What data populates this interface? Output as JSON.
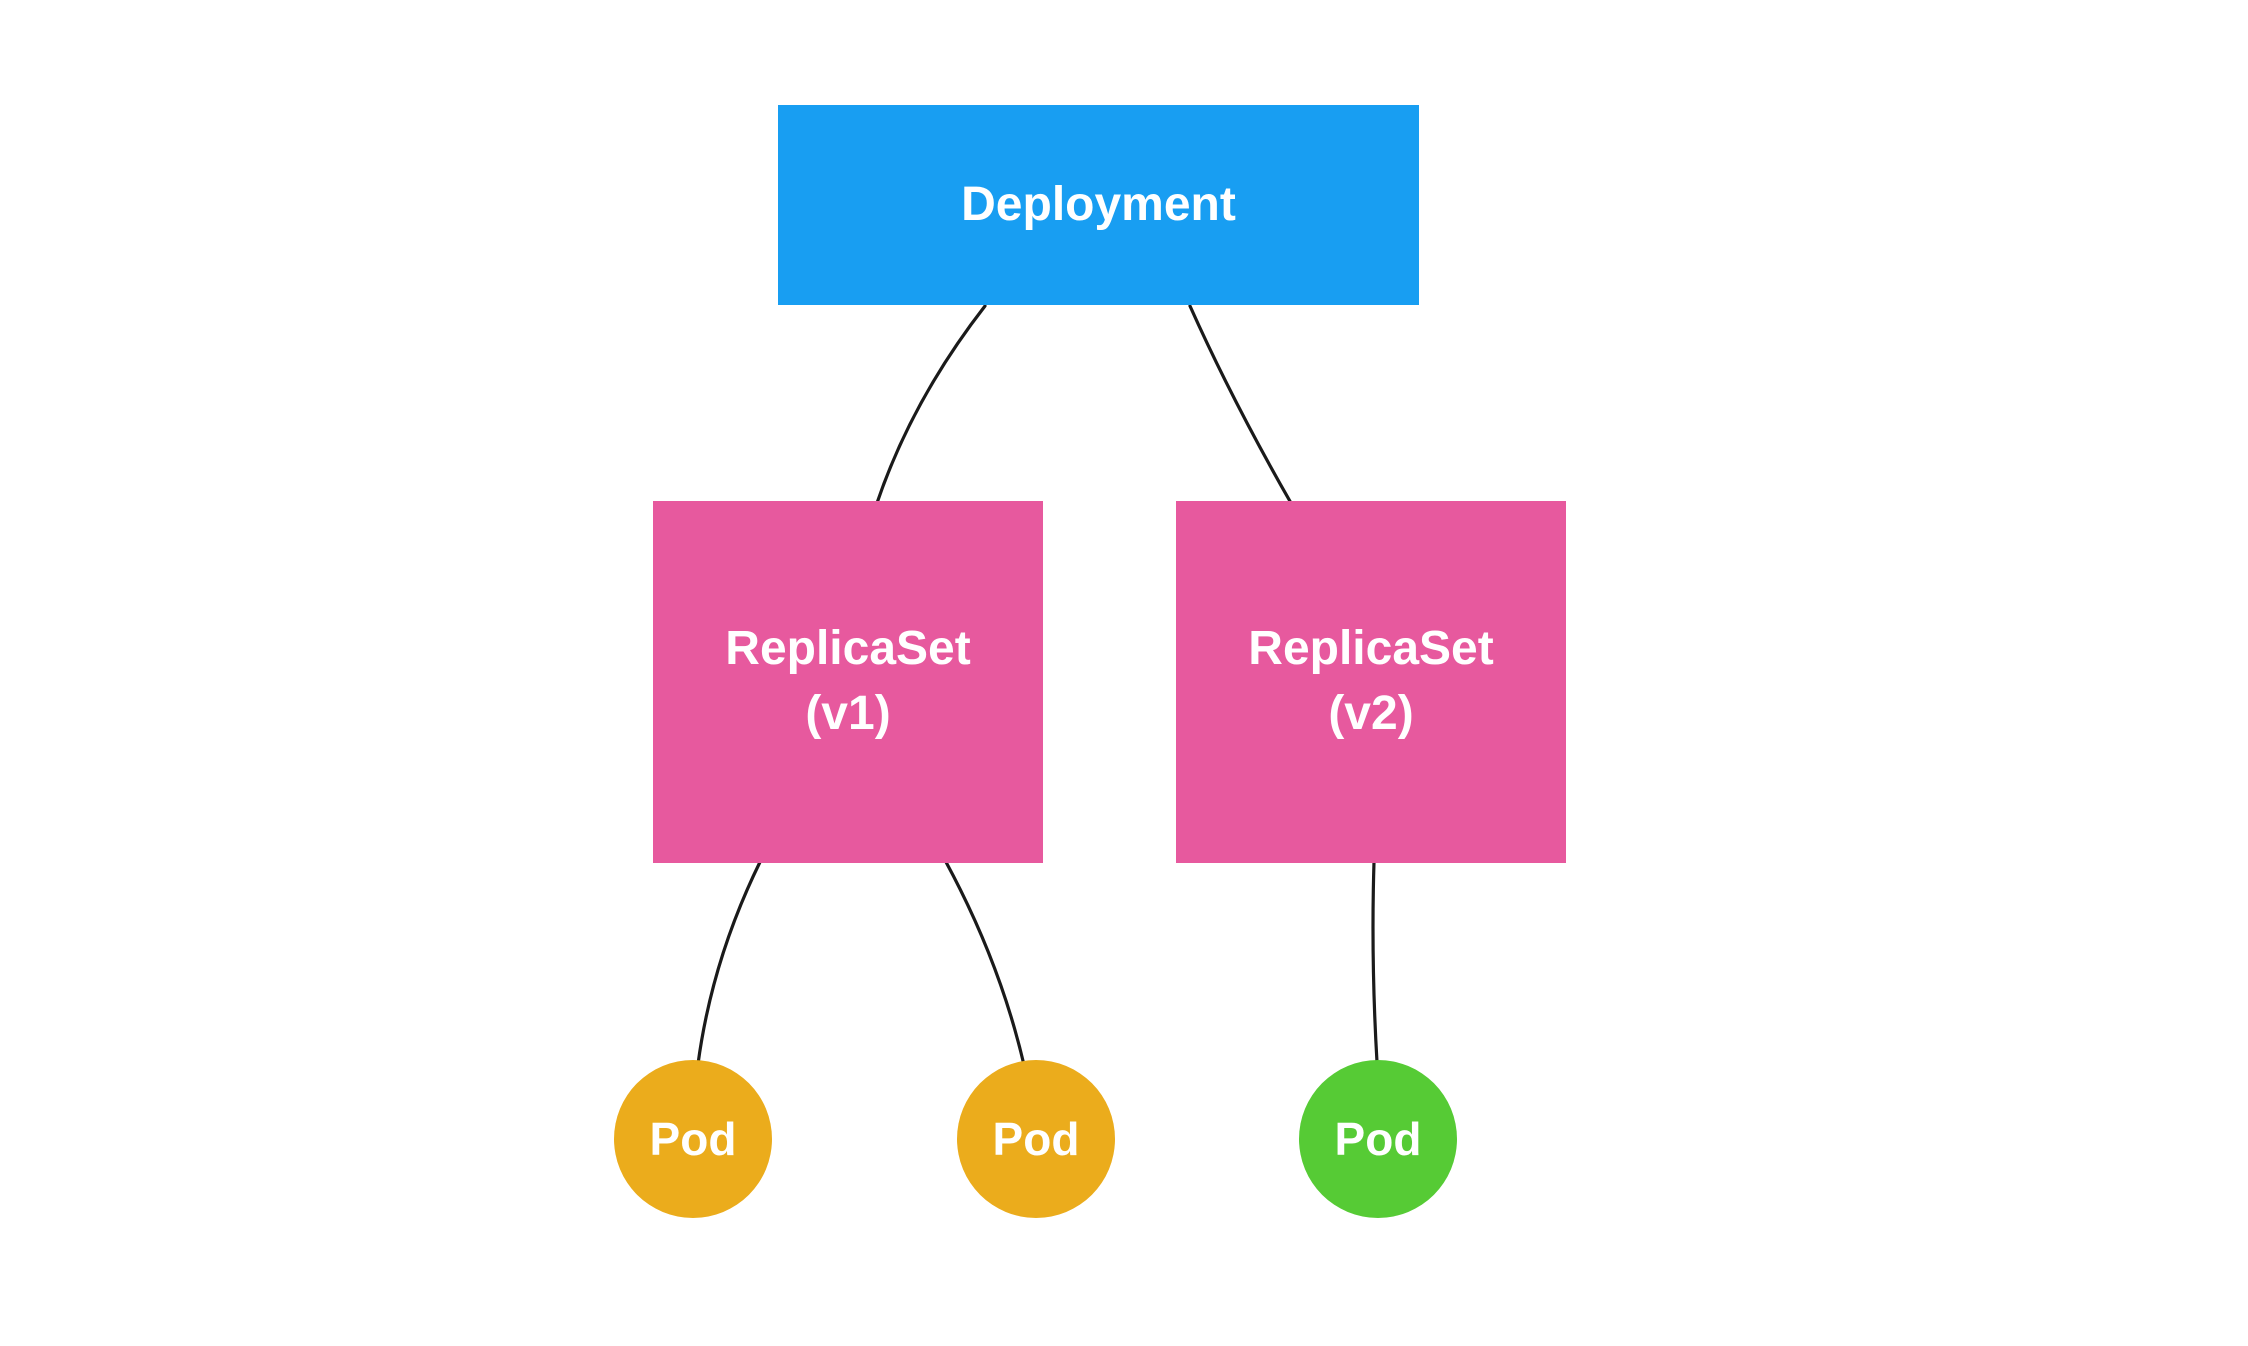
{
  "diagram": {
    "background_color": "#ffffff",
    "text_color": "#ffffff",
    "edge_color": "#1a1a1a",
    "nodes": {
      "deployment": {
        "label": "Deployment",
        "shape": "rectangle",
        "color": "#189ef2"
      },
      "replicaset_v1": {
        "label": "ReplicaSet",
        "sublabel": "(v1)",
        "shape": "rectangle",
        "color": "#e7599e"
      },
      "replicaset_v2": {
        "label": "ReplicaSet",
        "sublabel": "(v2)",
        "shape": "rectangle",
        "color": "#e7599e"
      },
      "pod_1": {
        "label": "Pod",
        "shape": "circle",
        "color": "#ebac1c"
      },
      "pod_2": {
        "label": "Pod",
        "shape": "circle",
        "color": "#ebac1c"
      },
      "pod_3": {
        "label": "Pod",
        "shape": "circle",
        "color": "#56cb35"
      }
    },
    "edges": [
      {
        "from": "deployment",
        "to": "replicaset_v1"
      },
      {
        "from": "deployment",
        "to": "replicaset_v2"
      },
      {
        "from": "replicaset_v1",
        "to": "pod_1"
      },
      {
        "from": "replicaset_v1",
        "to": "pod_2"
      },
      {
        "from": "replicaset_v2",
        "to": "pod_3"
      }
    ]
  }
}
